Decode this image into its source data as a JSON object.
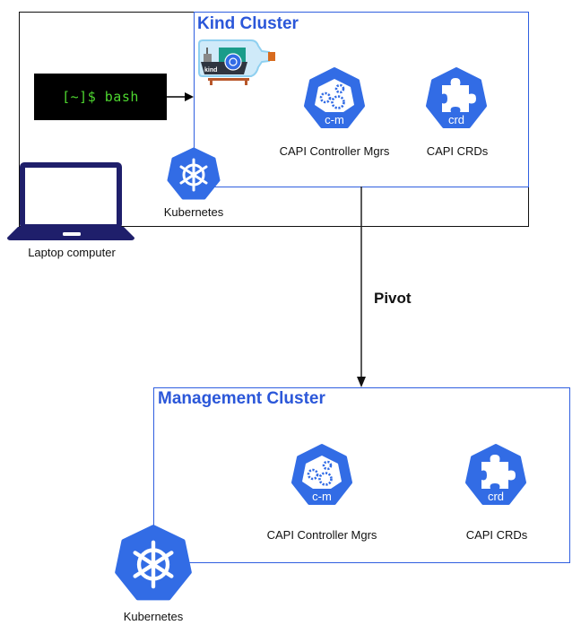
{
  "diagram": {
    "laptop": {
      "label": "Laptop computer",
      "icon": "laptop-icon"
    },
    "terminal": {
      "command": "[~]$ bash"
    },
    "kind_cluster": {
      "title": "Kind Cluster",
      "logo": "kind-bottle-icon",
      "components": [
        {
          "label": "CAPI Controller Mgrs",
          "badge": "c-m",
          "icon": "gears-icon"
        },
        {
          "label": "CAPI CRDs",
          "badge": "crd",
          "icon": "puzzle-piece-icon"
        }
      ],
      "platform": {
        "label": "Kubernetes",
        "icon": "kubernetes-helm-icon"
      }
    },
    "transition": {
      "label": "Pivot"
    },
    "management_cluster": {
      "title": "Management Cluster",
      "components": [
        {
          "label": "CAPI Controller Mgrs",
          "badge": "c-m",
          "icon": "gears-icon"
        },
        {
          "label": "CAPI CRDs",
          "badge": "crd",
          "icon": "puzzle-piece-icon"
        }
      ],
      "platform": {
        "label": "Kubernetes",
        "icon": "kubernetes-helm-icon"
      }
    },
    "colors": {
      "k8s_blue": "#326ce5",
      "cluster_border": "#2f5fe0",
      "title_blue": "#2b57d9",
      "laptop_navy": "#1f1f6b",
      "terminal_green": "#4dd62f"
    }
  }
}
